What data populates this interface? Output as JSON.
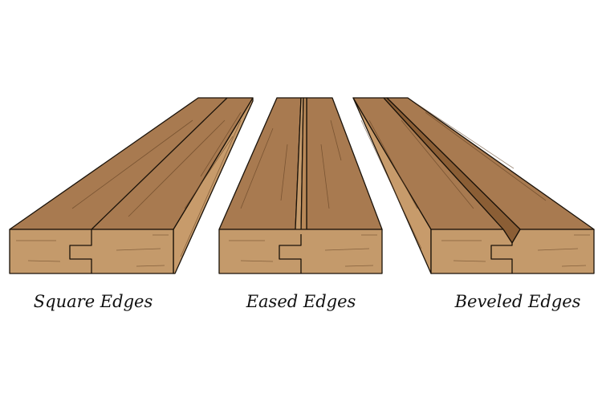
{
  "colors": {
    "top_face": "#a87a50",
    "front_face": "#c49a6b",
    "side_face": "#c79b6b",
    "groove_shadow": "#8b5e35",
    "outline": "#1a1209"
  },
  "boards": [
    {
      "label": "Square Edges"
    },
    {
      "label": "Eased Edges"
    },
    {
      "label": "Beveled Edges"
    }
  ]
}
